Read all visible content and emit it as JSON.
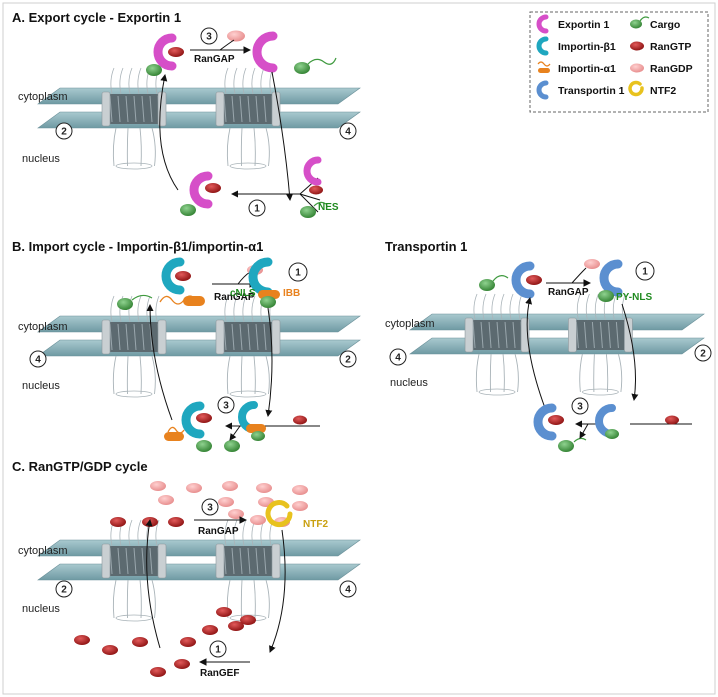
{
  "panels": {
    "a_title": "A. Export cycle - Exportin 1",
    "b_title": "B. Import cycle - Importin-β1/importin-α1",
    "t_title": "Transportin 1",
    "c_title": "C. RanGTP/GDP cycle"
  },
  "compartments": {
    "cytoplasm": "cytoplasm",
    "nucleus": "nucleus"
  },
  "steps": {
    "s1": "1",
    "s2": "2",
    "s3": "3",
    "s4": "4"
  },
  "labels": {
    "rangap": "RanGAP",
    "rangef": "RanGEF",
    "nes": "NES",
    "cnls": "cNLS",
    "ibb": "IBB",
    "pynls": "PY-NLS",
    "ntf2": "NTF2"
  },
  "legend": [
    {
      "label": "Exportin 1",
      "icon": "exportin1-icon",
      "color": "#d64fc8"
    },
    {
      "label": "Cargo",
      "icon": "cargo-icon",
      "color": "#3f9a3f"
    },
    {
      "label": "Importin-β1",
      "icon": "importin-b1-icon",
      "color": "#1fa7bf"
    },
    {
      "label": "RanGTP",
      "icon": "rangtp-icon",
      "color": "#b51f1f"
    },
    {
      "label": "Importin-α1",
      "icon": "importin-a1-icon",
      "color": "#e8821e"
    },
    {
      "label": "RanGDP",
      "icon": "rangdp-icon",
      "color": "#f0a0a0"
    },
    {
      "label": "Transportin 1",
      "icon": "transportin1-icon",
      "color": "#5b8fd0"
    },
    {
      "label": "NTF2",
      "icon": "ntf2-icon",
      "color": "#e8c21e"
    }
  ]
}
